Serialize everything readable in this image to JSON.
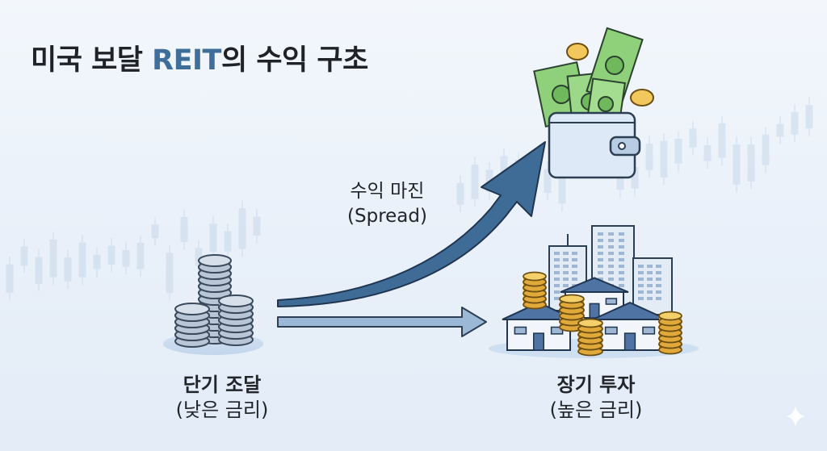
{
  "title": {
    "prefix": "미국 보달 ",
    "highlight": "REIT",
    "suffix": "의 수익 구초"
  },
  "spread_label": {
    "line1": "수익 마진",
    "line2": "(Spread)"
  },
  "short_term": {
    "title": "단기 조달",
    "subtitle": "(낮은 금리)"
  },
  "long_term": {
    "title": "장기 투자",
    "subtitle": "(높은 금리)"
  },
  "icons": [
    "stacked-coins-icon",
    "money-wallet-icon",
    "cash-bill-icon",
    "gold-coin-icon",
    "city-buildings-icon",
    "house-icon",
    "curved-up-arrow-icon",
    "straight-right-arrow-icon",
    "candlestick-chart-background",
    "sparkle-icon"
  ],
  "colors": {
    "title_accent": "#3f6e9b",
    "arrow_curved": "#3f6c96",
    "arrow_straight": "#9bb8d6",
    "coin_silver": "#c9d3df",
    "coin_gold": "#f2c75c",
    "bill_green": "#8fd07a",
    "wallet": "#dde9f6",
    "house_roof": "#4f73a3",
    "building": "#e3ebf5"
  }
}
